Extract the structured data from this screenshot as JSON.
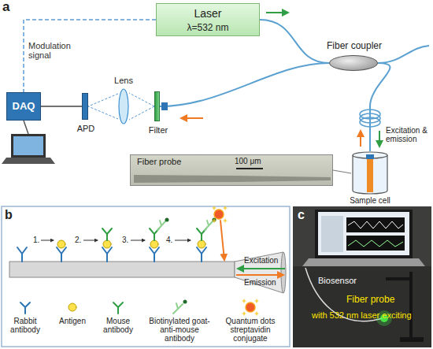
{
  "diagram": {
    "nodes": [
      {
        "text": [
          "Laser",
          "λ=532 nm"
        ]
      },
      {
        "text": [
          "Fiber coupler"
        ]
      },
      {
        "text": [
          "DAQ"
        ]
      },
      {
        "text": [
          "APD"
        ]
      },
      {
        "text": [
          "Lens"
        ]
      },
      {
        "text": [
          "Filter"
        ]
      },
      {
        "text": [
          "Fiber probe",
          "100 μm"
        ]
      },
      {
        "text": [
          "Sample cell"
        ]
      },
      {
        "text": [
          "Excitation",
          "Emission"
        ]
      }
    ],
    "edges": [
      {
        "from": 0,
        "to": 1,
        "arrow": "none"
      },
      {
        "from": 1,
        "to": 5,
        "arrow": "none"
      },
      {
        "from": 1,
        "to": 7,
        "arrow": "none"
      },
      {
        "from": 0,
        "to": 2,
        "arrow": "none",
        "label": "Modulation signal"
      },
      {
        "from": 3,
        "to": 2,
        "arrow": "none"
      },
      {
        "from": 4,
        "to": 3,
        "arrow": "none"
      },
      {
        "from": 6,
        "to": 7,
        "arrow": "none"
      }
    ],
    "labels": [
      "a",
      "Excitation & emission",
      "b",
      "1.",
      "2.",
      "3.",
      "4.",
      "c",
      "Biosensor",
      "Fiber probe",
      "with 532 nm laser exciting"
    ],
    "legend": [
      {
        "text": "Rabbit antibody"
      },
      {
        "text": "Antigen"
      },
      {
        "text": "Mouse antibody"
      },
      {
        "text": "Biotinylated goat-anti-mouse antibody"
      },
      {
        "text": "Quantum dots streptavidin conjugate"
      }
    ]
  }
}
